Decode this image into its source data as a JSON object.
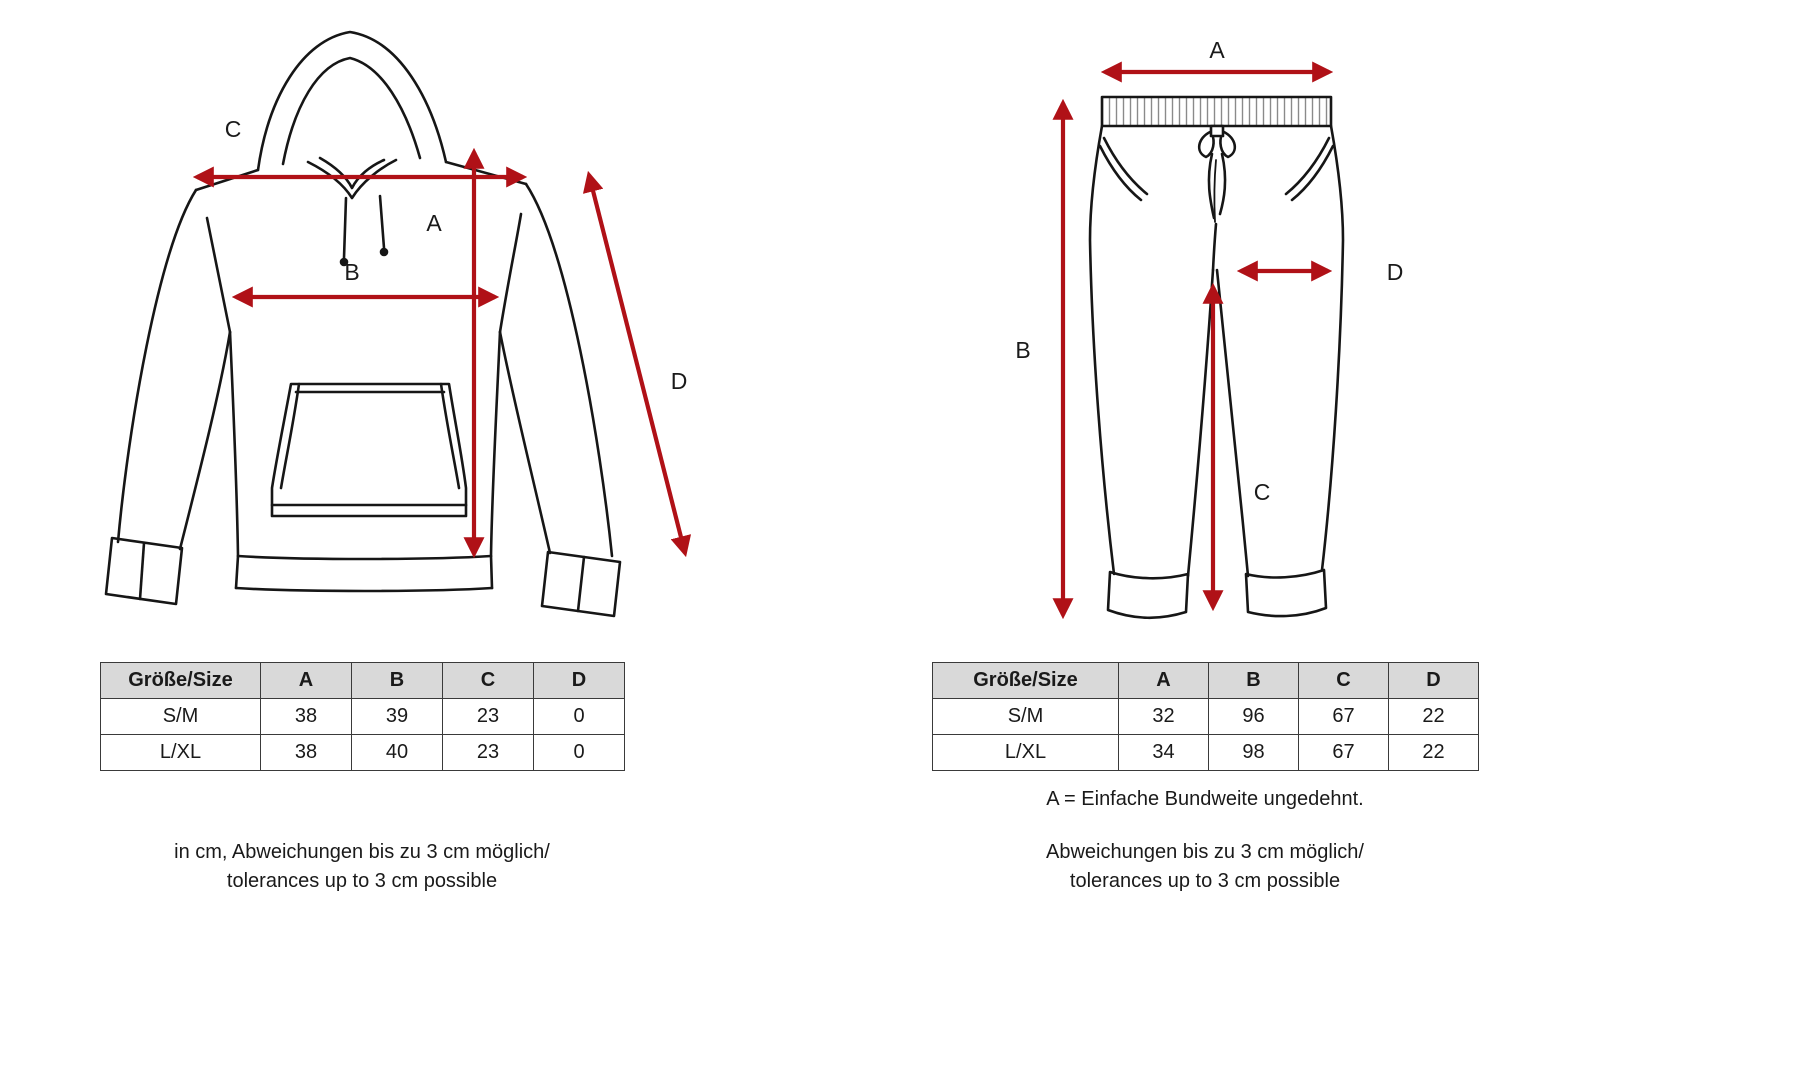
{
  "colors": {
    "arrow": "#b01117",
    "line_art": "#161616",
    "table_header_bg": "#d9d9d9"
  },
  "hoodie": {
    "labels": {
      "a": "A",
      "b": "B",
      "c": "C",
      "d": "D"
    },
    "table": {
      "headers": [
        "Größe/Size",
        "A",
        "B",
        "C",
        "D"
      ],
      "rows": [
        [
          "S/M",
          "38",
          "39",
          "23",
          "0"
        ],
        [
          "L/XL",
          "38",
          "40",
          "23",
          "0"
        ]
      ]
    },
    "caption_line1": "in cm, Abweichungen bis zu 3 cm möglich/",
    "caption_line2": "tolerances up to 3 cm possible"
  },
  "pants": {
    "labels": {
      "a": "A",
      "b": "B",
      "c": "C",
      "d": "D"
    },
    "table": {
      "headers": [
        "Größe/Size",
        "A",
        "B",
        "C",
        "D"
      ],
      "rows": [
        [
          "S/M",
          "32",
          "96",
          "67",
          "22"
        ],
        [
          "L/XL",
          "34",
          "98",
          "67",
          "22"
        ]
      ]
    },
    "note": "A = Einfache Bundweite ungedehnt.",
    "caption_line1": "Abweichungen bis zu 3 cm möglich/",
    "caption_line2": "tolerances up to 3 cm possible"
  }
}
